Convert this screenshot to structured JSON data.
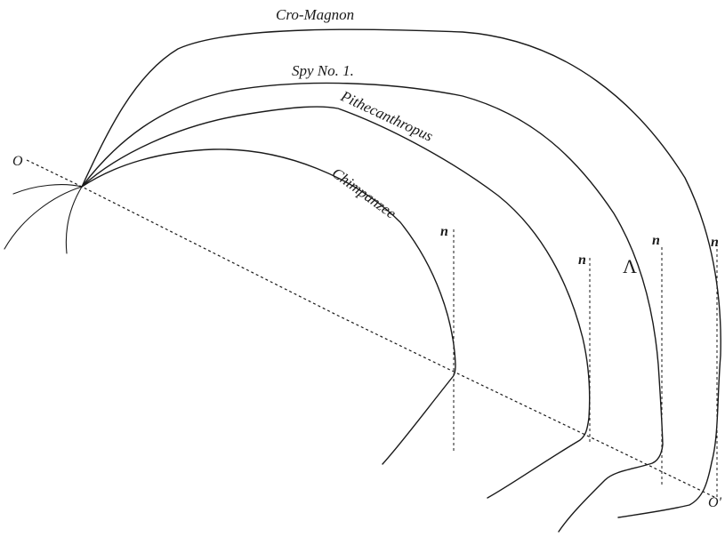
{
  "curves": {
    "cro_magnon": "Cro-Magnon",
    "spy": "Spy No. 1.",
    "pithecanthropus": "Pithecanthropus",
    "chimpanzee": "Chimpanzee"
  },
  "markers": {
    "n": "n",
    "lambda": "Λ",
    "o_start": "O",
    "o_end": "O'"
  }
}
